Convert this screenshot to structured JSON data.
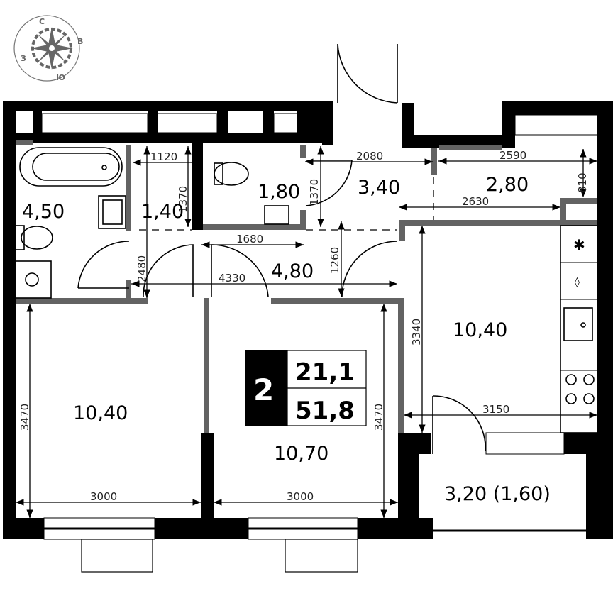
{
  "compass": {
    "north": "С",
    "east": "В",
    "south": "Ю",
    "west": "З"
  },
  "summary": {
    "rooms": "2",
    "living_area": "21,1",
    "total_area": "51,8"
  },
  "rooms": {
    "bathroom": "4,50",
    "closet": "1,40",
    "toilet": "1,80",
    "entrance": "3,40",
    "storage": "2,80",
    "hall": "4,80",
    "bedroom": "10,40",
    "living": "10,70",
    "kitchen": "10,40",
    "balcony": "3,20 (1,60)"
  },
  "dimensions": {
    "closet_w": "1120",
    "closet_h": "1370",
    "hall_h": "2480",
    "toilet_h": "1370",
    "entrance_w": "2080",
    "storage_w": "2590",
    "storage_h": "810",
    "storage_w2": "2630",
    "hall_w": "1680",
    "hall_w2": "4330",
    "hall_h2": "1260",
    "kitchen_h": "3340",
    "kitchen_w": "3150",
    "bedroom_h": "3470",
    "bedroom_w": "3000",
    "living_h": "3470",
    "living_w": "3000"
  }
}
